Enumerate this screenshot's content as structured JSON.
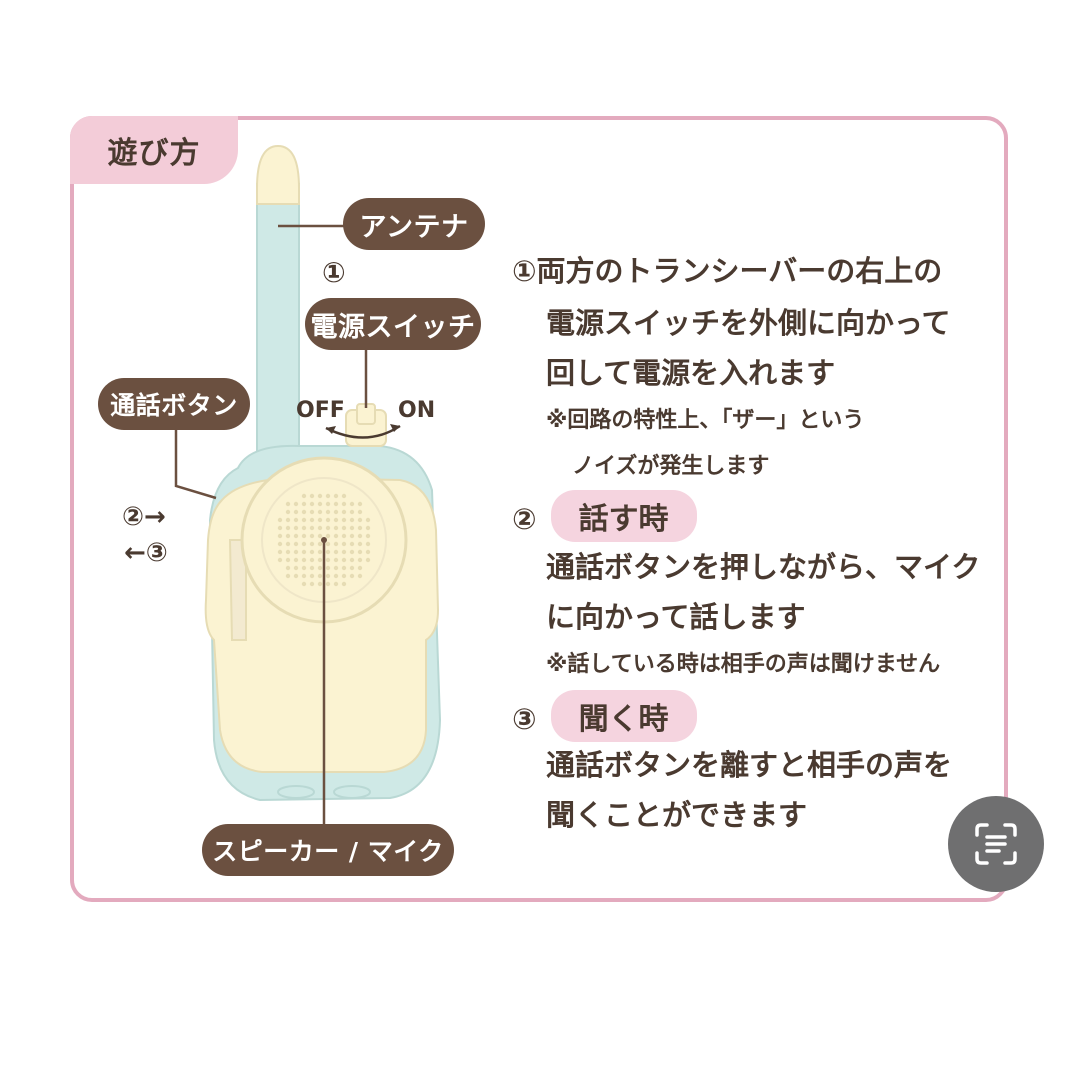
{
  "title": "遊び方",
  "labels": {
    "antenna": "アンテナ",
    "power_num": "①",
    "power_switch": "電源スイッチ",
    "off": "OFF",
    "on": "ON",
    "talk_button": "通話ボタン",
    "arrow2": "②→",
    "arrow3": "←③",
    "speaker_mic": "スピーカー / マイク"
  },
  "instructions": {
    "step1_line1": "①両方のトランシーバーの右上の",
    "step1_line2": "電源スイッチを外側に向かって",
    "step1_line3": "回して電源を入れます",
    "step1_note1": "※回路の特性上、「ザー」という",
    "step1_note2": "ノイズが発生します",
    "step2_num": "②",
    "step2_title": "話す時",
    "step2_line1": "通話ボタンを押しながら、マイク",
    "step2_line2": "に向かって話します",
    "step2_note": "※話している時は相手の声は聞けません",
    "step3_num": "③",
    "step3_title": "聞く時",
    "step3_line1": "通話ボタンを離すと相手の声を",
    "step3_line2": "聞くことができます"
  },
  "colors": {
    "frame_border": "#e3aabe",
    "title_bg": "#f3ccd8",
    "label_bg": "#6b5040",
    "device_cream": "#fbf3d2",
    "device_blue": "#cfe9e6",
    "text": "#4a3a30",
    "scan_button_bg": "#6f6f70"
  },
  "icons": {
    "scan_button": "scan-text-icon"
  }
}
